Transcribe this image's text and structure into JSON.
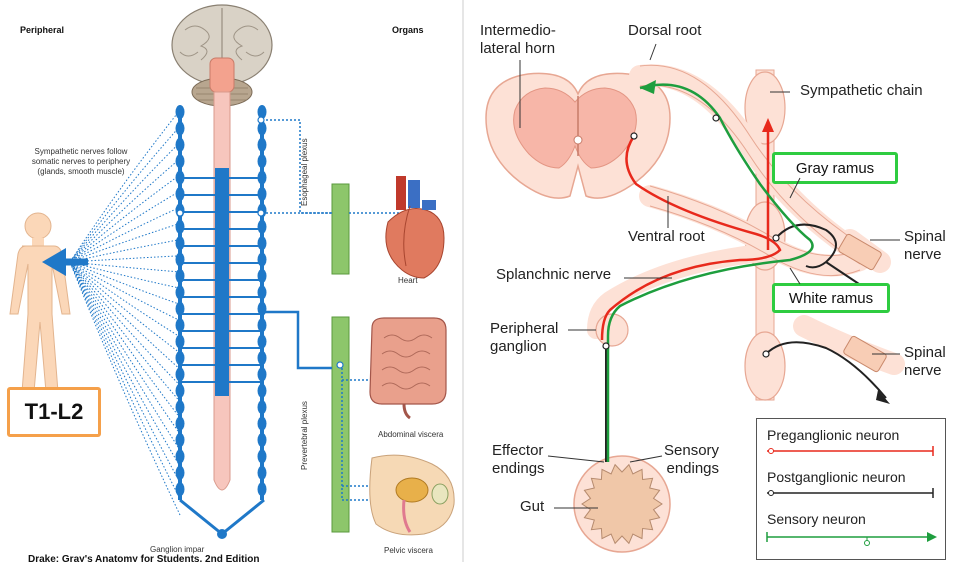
{
  "left_panel": {
    "heading_left": "Peripheral",
    "heading_right": "Organs",
    "note": [
      "Sympathetic nerves follow",
      "somatic nerves to periphery",
      "(glands, smooth muscle)"
    ],
    "highlight_label": "T1-L2",
    "plexus_upper": "Esophageal plexus",
    "plexus_lower": "Prevertebral plexus",
    "organ_heart": "Heart",
    "organ_abdominal": "Abdominal viscera",
    "organ_pelvic": "Pelvic viscera",
    "ganglion_label": "Ganglion impar",
    "citation": "Drake: Gray's Anatomy for Students, 2nd Edition"
  },
  "right_panel": {
    "labels": {
      "intermediolateral": [
        "Intermedio-",
        "lateral horn"
      ],
      "dorsal_root": "Dorsal root",
      "sympathetic_chain": "Sympathetic chain",
      "gray_ramus": "Gray ramus",
      "ventral_root": "Ventral root",
      "spinal_nerve_upper": [
        "Spinal",
        "nerve"
      ],
      "splanchnic_nerve": "Splanchnic nerve",
      "white_ramus": "White ramus",
      "peripheral_ganglion": [
        "Peripheral",
        "ganglion"
      ],
      "spinal_nerve_lower": [
        "Spinal",
        "nerve"
      ],
      "effector_endings": [
        "Effector",
        "endings"
      ],
      "sensory_endings": [
        "Sensory",
        "endings"
      ],
      "gut": "Gut"
    },
    "legend": [
      {
        "label": "Preganglionic neuron",
        "color": "#e8291c"
      },
      {
        "label": "Postganglionic neuron",
        "color": "#222222"
      },
      {
        "label": "Sensory neuron",
        "color": "#1e9e3e"
      }
    ]
  },
  "colors": {
    "chain_blue": "#1f78c8",
    "plexus_green": "#8dc66b",
    "body_skin": "#fbd7b8",
    "cord_pink": "#f7c6bd",
    "red": "#e8291c",
    "green": "#1e9e3e",
    "box_green": "#2ecc40",
    "box_orange": "#f5a04a"
  }
}
